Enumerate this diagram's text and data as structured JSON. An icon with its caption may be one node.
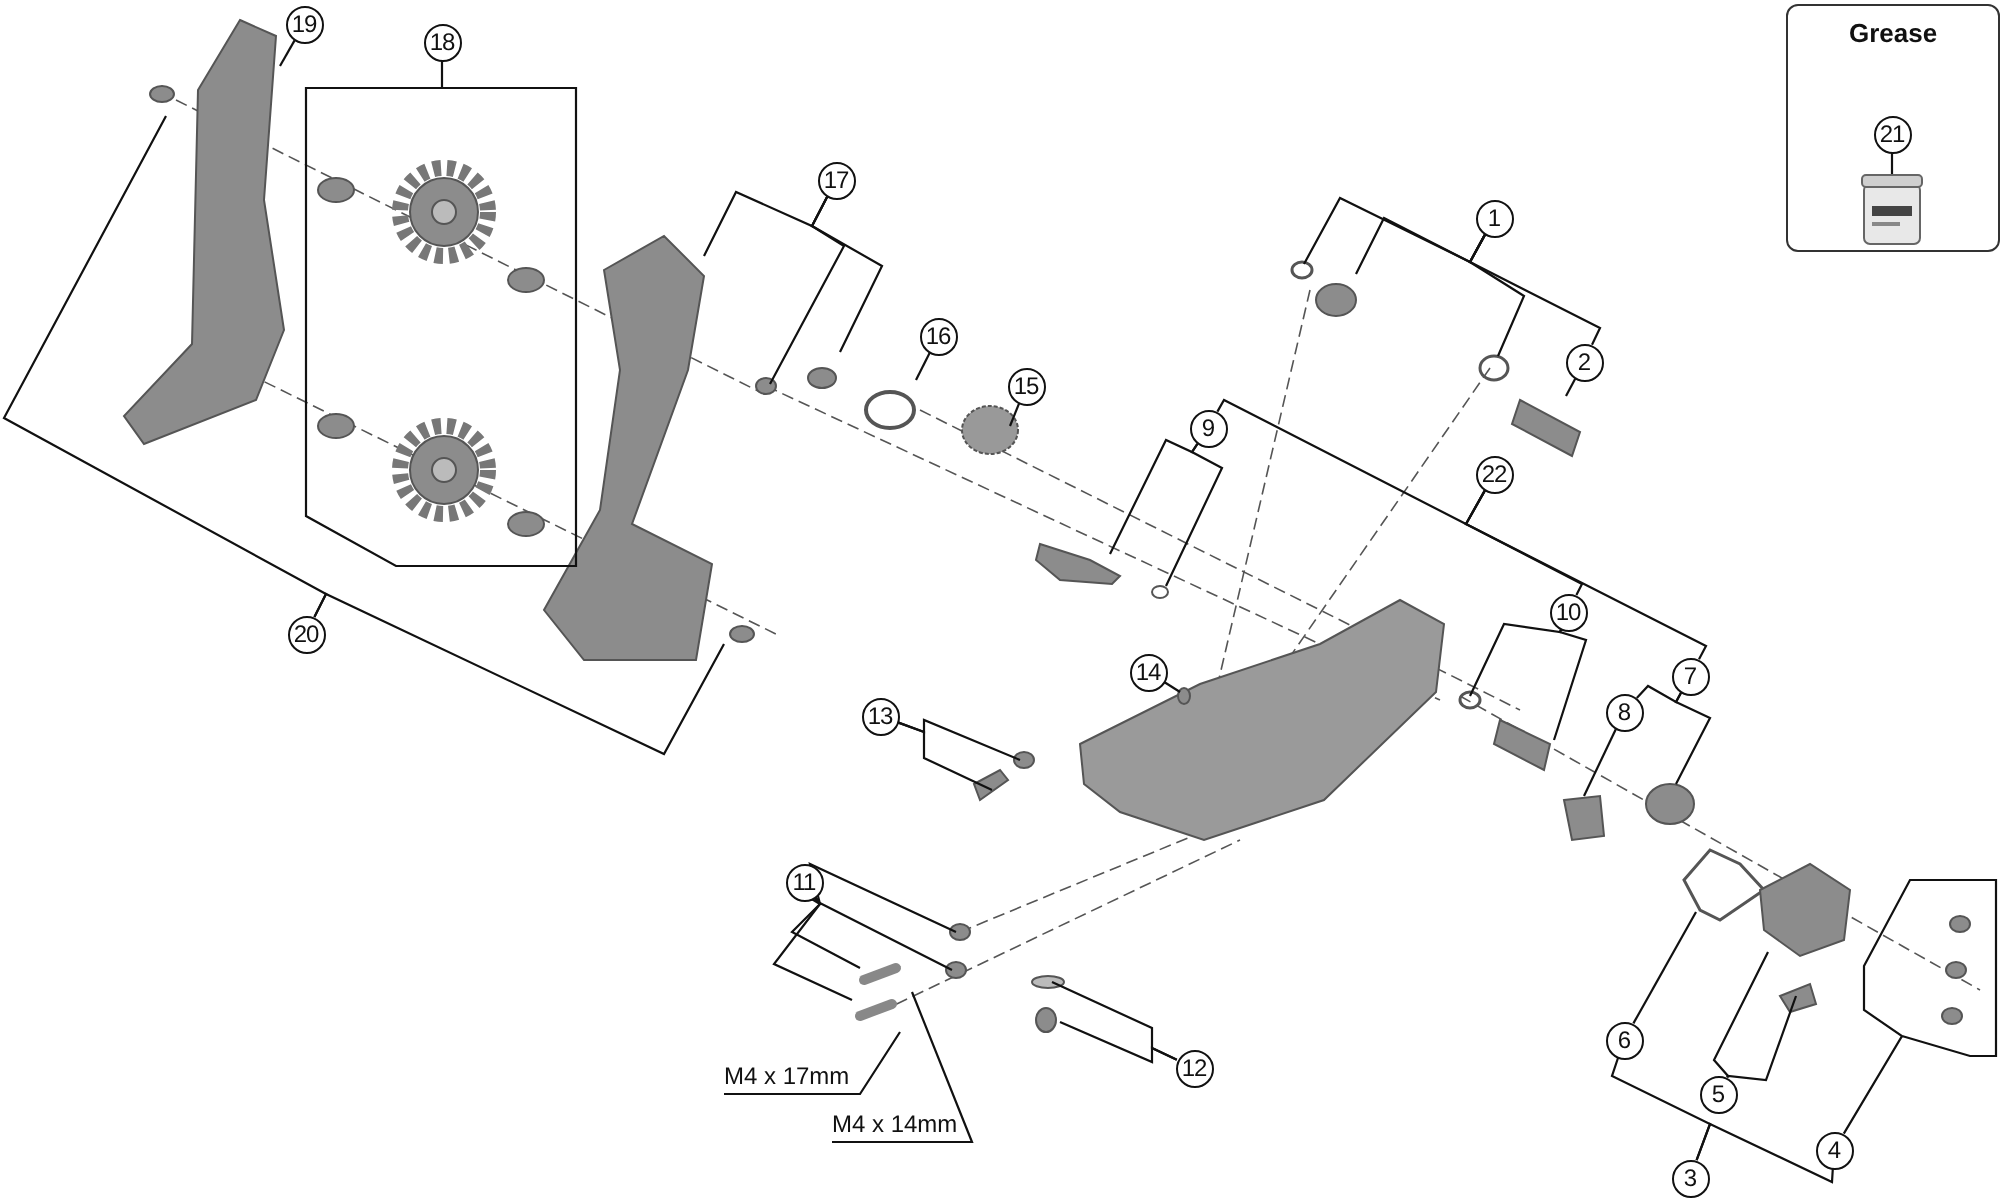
{
  "diagram": {
    "nodes": [
      {
        "text": [
          "19"
        ]
      },
      {
        "text": [
          "18"
        ]
      },
      {
        "text": [
          "Grease"
        ]
      },
      {
        "text": [
          "21"
        ],
        "in": 2
      },
      {
        "text": [],
        "shape": "picture",
        "in": 2
      },
      {
        "text": [
          "17"
        ]
      },
      {
        "text": [
          "1"
        ]
      },
      {
        "text": [
          "16"
        ]
      },
      {
        "text": [
          "2"
        ]
      },
      {
        "text": [
          "15"
        ]
      },
      {
        "text": [
          "9"
        ]
      },
      {
        "text": [
          "22"
        ]
      },
      {
        "text": [
          "10"
        ]
      },
      {
        "text": [
          "20"
        ]
      },
      {
        "text": [
          "7"
        ]
      },
      {
        "text": [
          "14"
        ]
      },
      {
        "text": [
          "8"
        ]
      },
      {
        "text": [
          "13"
        ]
      },
      {
        "text": [
          "11"
        ]
      },
      {
        "text": [
          "6"
        ]
      },
      {
        "text": [
          "12"
        ]
      },
      {
        "text": [
          "M4 x 17mm"
        ]
      },
      {
        "text": [
          "5"
        ]
      },
      {
        "text": [
          "M4 x 14mm"
        ]
      },
      {
        "text": [
          "4"
        ]
      },
      {
        "text": [
          "3"
        ]
      }
    ],
    "edges": [
      {
        "from": 0,
        "to": null,
        "arrow": "none"
      },
      {
        "from": 1,
        "to": null,
        "arrow": "none"
      },
      {
        "from": 3,
        "to": 4,
        "arrow": "none"
      },
      {
        "from": 5,
        "to": null,
        "arrow": "none"
      },
      {
        "from": 5,
        "to": null,
        "arrow": "none"
      },
      {
        "from": 5,
        "to": null,
        "arrow": "none"
      },
      {
        "from": 7,
        "to": null,
        "arrow": "none"
      },
      {
        "from": 9,
        "to": null,
        "arrow": "none"
      },
      {
        "from": 6,
        "to": null,
        "arrow": "none"
      },
      {
        "from": 6,
        "to": null,
        "arrow": "none"
      },
      {
        "from": 6,
        "to": null,
        "arrow": "none"
      },
      {
        "from": 6,
        "to": 8,
        "arrow": "none"
      },
      {
        "from": 8,
        "to": null,
        "arrow": "none"
      },
      {
        "from": 10,
        "to": null,
        "arrow": "none"
      },
      {
        "from": 10,
        "to": null,
        "arrow": "none"
      },
      {
        "from": 11,
        "to": 10,
        "arrow": "none"
      },
      {
        "from": 11,
        "to": 12,
        "arrow": "none"
      },
      {
        "from": 11,
        "to": 14,
        "arrow": "none"
      },
      {
        "from": 12,
        "to": null,
        "arrow": "none"
      },
      {
        "from": 12,
        "to": null,
        "arrow": "none"
      },
      {
        "from": 14,
        "to": 16,
        "arrow": "none"
      },
      {
        "from": 14,
        "to": null,
        "arrow": "none"
      },
      {
        "from": 16,
        "to": null,
        "arrow": "none"
      },
      {
        "from": 15,
        "to": null,
        "arrow": "none"
      },
      {
        "from": 17,
        "to": null,
        "arrow": "none"
      },
      {
        "from": 17,
        "to": null,
        "arrow": "none"
      },
      {
        "from": 18,
        "to": null,
        "arrow": "none"
      },
      {
        "from": 18,
        "to": null,
        "arrow": "none"
      },
      {
        "from": 18,
        "to": null,
        "arrow": "none"
      },
      {
        "from": 18,
        "to": null,
        "arrow": "none"
      },
      {
        "from": 20,
        "to": null,
        "arrow": "none"
      },
      {
        "from": 20,
        "to": null,
        "arrow": "none"
      },
      {
        "from": 21,
        "to": null,
        "arrow": "none"
      },
      {
        "from": 23,
        "to": null,
        "arrow": "none"
      },
      {
        "from": 19,
        "to": null,
        "arrow": "none"
      },
      {
        "from": 22,
        "to": null,
        "arrow": "none"
      },
      {
        "from": 22,
        "to": null,
        "arrow": "none"
      },
      {
        "from": 25,
        "to": 19,
        "arrow": "none"
      },
      {
        "from": 25,
        "to": 24,
        "arrow": "none"
      },
      {
        "from": 24,
        "to": null,
        "arrow": "none"
      },
      {
        "from": 13,
        "to": null,
        "arrow": "none"
      },
      {
        "from": 13,
        "to": null,
        "arrow": "none"
      }
    ]
  }
}
